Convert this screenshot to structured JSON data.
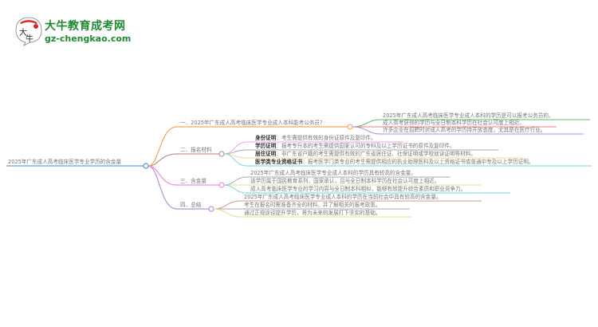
{
  "logo": {
    "title": "大牛教育成考网",
    "url": "gz-chengkao.com",
    "badge_text": "大牛"
  },
  "root": {
    "label": "2025年广东成人高考临床医学专业学历的含金量"
  },
  "branches": [
    {
      "label": "一、2025年广东成人高考临床医学专业成人本科能考公务员?",
      "color": "#f5a65b",
      "children": [
        {
          "text": "2025年广东成人高考临床医学专业成人本科的学历是可以报考公务员的。",
          "color": "#5fbf5f"
        },
        {
          "text": "成人高考获得的学历与全日制本科学历在社会认可度上相近。",
          "color": "#f08080"
        },
        {
          "text": "许多企业在招聘时对成人高考的学历持开放态度，尤其是在医疗行业。",
          "color": "#b48fe0"
        }
      ]
    },
    {
      "label": "二、报名材料",
      "color": "#b89a8f",
      "children": [
        {
          "key": "身份证明",
          "text": "：考生需提供有效的身份证原件及复印件。",
          "color": "#f0a0e0"
        },
        {
          "key": "学历证明",
          "text": "：报考专升本的考生需提供国家认可的专科及以上学历证书的原件及复印件。",
          "color": "#aaaaaa"
        },
        {
          "key": "居住证明",
          "text": "：非广东省户籍的考生需提供有效的广东省居住证、社保证明或学校就读证明等材料。",
          "color": "#e6e08a"
        },
        {
          "key": "医学类专业资格证书",
          "text": "：报考医学门类专业的考生需提供相应的执业助理医科及以上资格证书或普通中专及以上学历证明。",
          "color": "#6fd6e0"
        }
      ]
    },
    {
      "label": "三、含金量",
      "color": "#ee8fd6",
      "children": [
        {
          "text": "2025年广东成人高考临床医学专业成人本科的学历具有较高的含金量。",
          "color": "#aaaaaa"
        },
        {
          "text": "该学历属于国民教育系列，国家承认，且与全日制本科学历在社会认可度上相近。",
          "color": "#e6e08a"
        },
        {
          "text": "成人高考临床医学专业的学习内容与全日制本科相似，能够有效提升综合素质和职业竞争力。",
          "color": "#6fd6e0"
        }
      ]
    },
    {
      "label": "四、总结",
      "color": "#b48fe0",
      "children": [
        {
          "text": "2025年广东成人高考临床医学专业成人本科的学历在当前社会中具有较高的含金量。",
          "color": "#d4998f"
        },
        {
          "text": "考生在报名时需准备齐全的材料，并了解相关的报考政策。",
          "color": "#aaaaaa"
        },
        {
          "text": "通过正规途径提升学历，将为未来的发展打下坚实的基础。",
          "color": "#e6e08a"
        }
      ]
    }
  ]
}
